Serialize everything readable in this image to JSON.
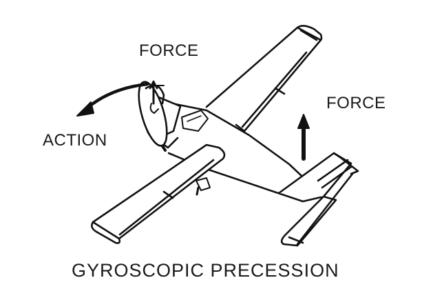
{
  "diagram": {
    "caption": "GYROSCOPIC PRECESSION",
    "labels": {
      "force_top": "FORCE",
      "force_right": "FORCE",
      "action": "ACTION"
    },
    "colors": {
      "ink": "#111111",
      "background": "#ffffff"
    },
    "elements": [
      "airplane-top-view-line-art",
      "propeller-disc",
      "curved-action-arrow",
      "force-arrow-on-propeller",
      "force-arrow-on-tail"
    ]
  }
}
